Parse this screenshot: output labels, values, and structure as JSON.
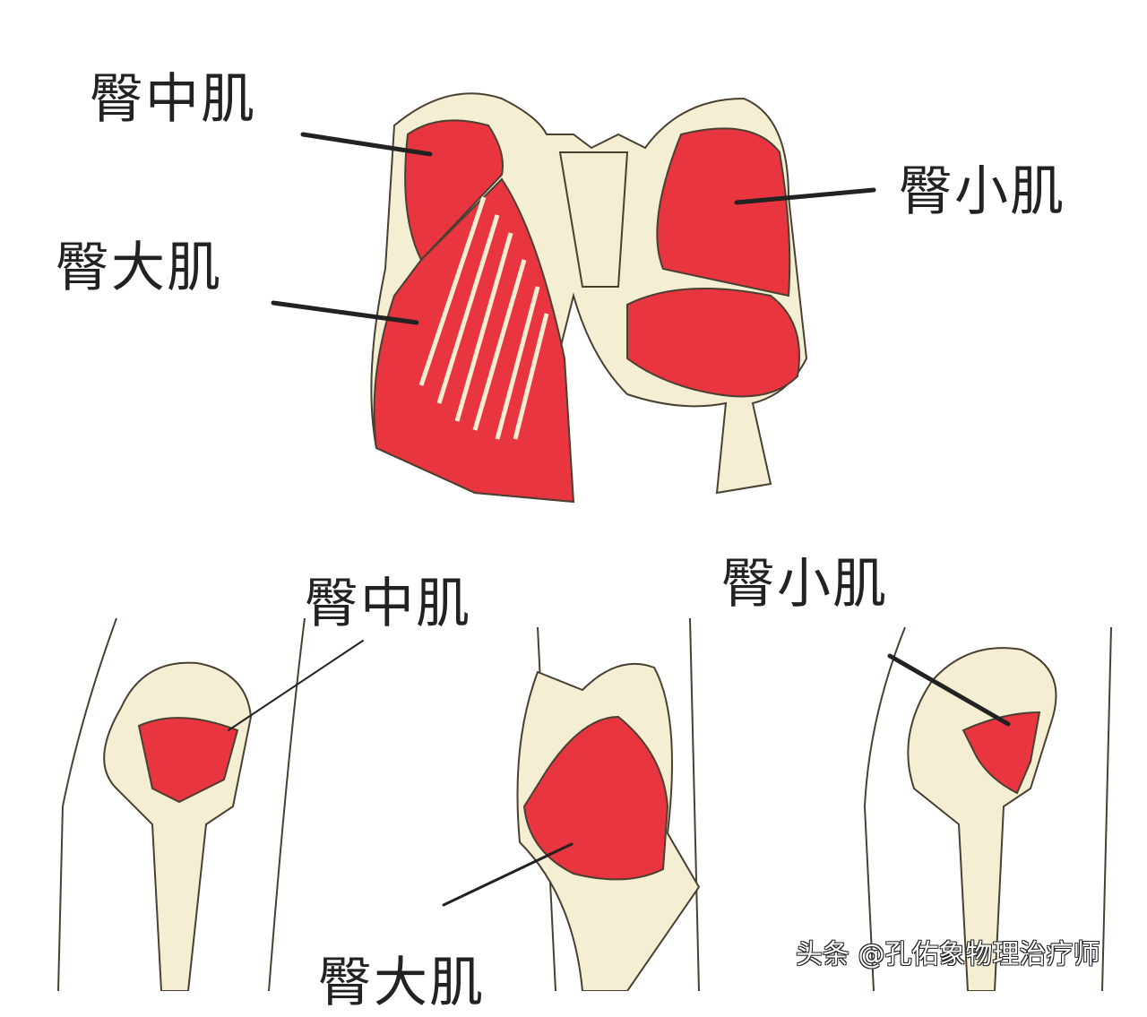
{
  "labels": {
    "top_medius": "臀中肌",
    "top_minimus": "臀小肌",
    "top_maximus": "臀大肌",
    "bottom_medius": "臀中肌",
    "bottom_minimus": "臀小肌",
    "bottom_maximus": "臀大肌"
  },
  "watermark": "头条 @孔佑象物理治疗师",
  "colors": {
    "muscle": "#e8353f",
    "bone": "#f4eed3",
    "outline": "#4a4032",
    "pointer": "#222222"
  }
}
